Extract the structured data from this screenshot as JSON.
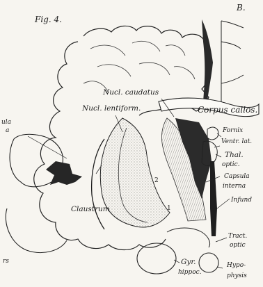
{
  "figure": {
    "fig_label": "Fig. 4.",
    "panel_letter": "B.",
    "labels": {
      "nucl_caudatus": "Nucl. caudatus",
      "nucl_lentiform": "Nucl. lentiform.",
      "corpus_callos": "Corpus callos.",
      "fornix": "Fornix",
      "ventr_lat": "Ventr. lat.",
      "thal": "Thal.",
      "optic": "optic.",
      "capsula": "Capsula",
      "interna": "interna",
      "infund": "Infund",
      "claustrum": "Claustrum",
      "tract": "Tract.",
      "optic2": "optic",
      "gyr": "Gyr.",
      "hippoc": "hippoc.",
      "hypo": "Hypo-",
      "physis": "physis",
      "number_2": "2",
      "number_1": "1",
      "left_fragment_1": "ula",
      "left_fragment_2": "a",
      "left_fragment_3": "rs"
    }
  }
}
